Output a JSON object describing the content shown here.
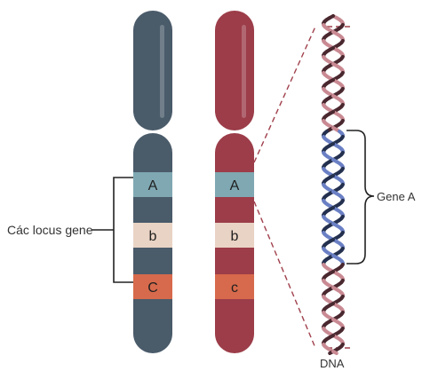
{
  "labels": {
    "loci": "Các locus gene",
    "gene": "Gene A",
    "dna": "DNA"
  },
  "chromosome_left": {
    "color": "#4a5b6a",
    "bands": [
      "A",
      "b",
      "C"
    ]
  },
  "chromosome_right": {
    "color": "#9c3d49",
    "bands": [
      "A",
      "b",
      "c"
    ]
  },
  "band_colors": {
    "A": "#7fa8b2",
    "b": "#e9d3c4",
    "C": "#d76a4c"
  },
  "dna_colors": {
    "strand_pink": "#c98a93",
    "strand_dark": "#4a2830",
    "gene_blue": "#6b80c4",
    "gene_navy": "#24304e"
  }
}
